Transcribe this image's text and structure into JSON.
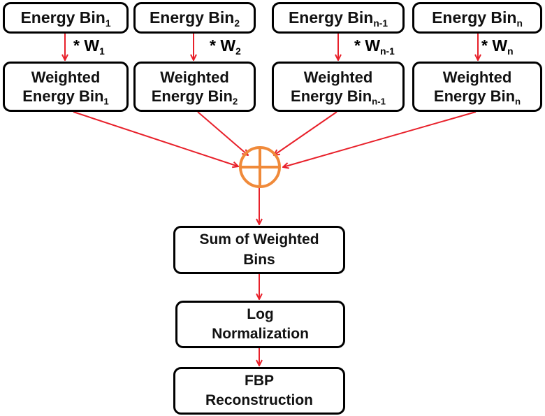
{
  "energy_bins": [
    {
      "label": "Energy Bin",
      "sub": "1"
    },
    {
      "label": "Energy Bin",
      "sub": "2"
    },
    {
      "label": "Energy Bin",
      "sub": "n-1"
    },
    {
      "label": "Energy Bin",
      "sub": "n"
    }
  ],
  "weights": [
    {
      "prefix": "* W",
      "sub": "1"
    },
    {
      "prefix": "* W",
      "sub": "2"
    },
    {
      "prefix": "* W",
      "sub": "n-1"
    },
    {
      "prefix": "* W",
      "sub": "n"
    }
  ],
  "weighted_bins": [
    {
      "line1": "Weighted",
      "line2": "Energy Bin",
      "sub": "1"
    },
    {
      "line1": "Weighted",
      "line2": "Energy Bin",
      "sub": "2"
    },
    {
      "line1": "Weighted",
      "line2": "Energy Bin",
      "sub": "n-1"
    },
    {
      "line1": "Weighted",
      "line2": "Energy Bin",
      "sub": "n"
    }
  ],
  "sum_box": {
    "line1": "Sum of Weighted",
    "line2": "Bins"
  },
  "log_box": {
    "line1": "Log",
    "line2": "Normalization"
  },
  "fbp_box": {
    "line1": "FBP",
    "line2": "Reconstruction"
  },
  "colors": {
    "arrow": "#e8202a",
    "summation": "#f08a3a",
    "box_border": "#000000"
  }
}
